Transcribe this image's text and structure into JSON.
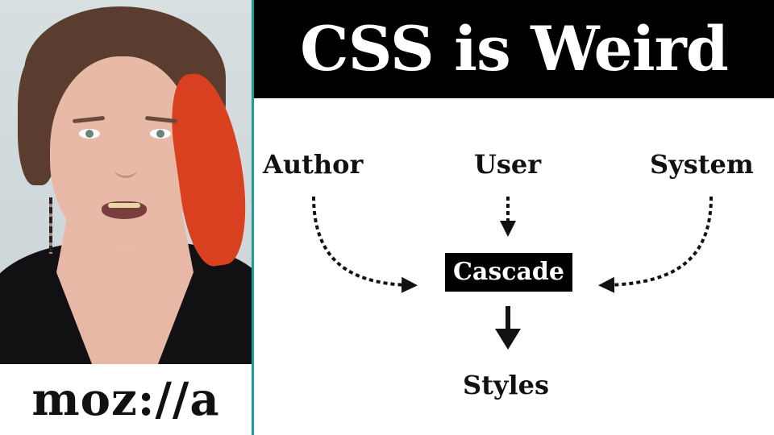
{
  "slide": {
    "title": "CSS is Weird",
    "brand_logo": "moz://a",
    "accent_color": "#1f9a9a",
    "title_bar_color": "#000000"
  },
  "diagram": {
    "sources": [
      {
        "label": "Author"
      },
      {
        "label": "User"
      },
      {
        "label": "System"
      }
    ],
    "center": {
      "label": "Cascade"
    },
    "output": {
      "label": "Styles"
    }
  },
  "presenter": {
    "description": "presenter-video-feed"
  }
}
